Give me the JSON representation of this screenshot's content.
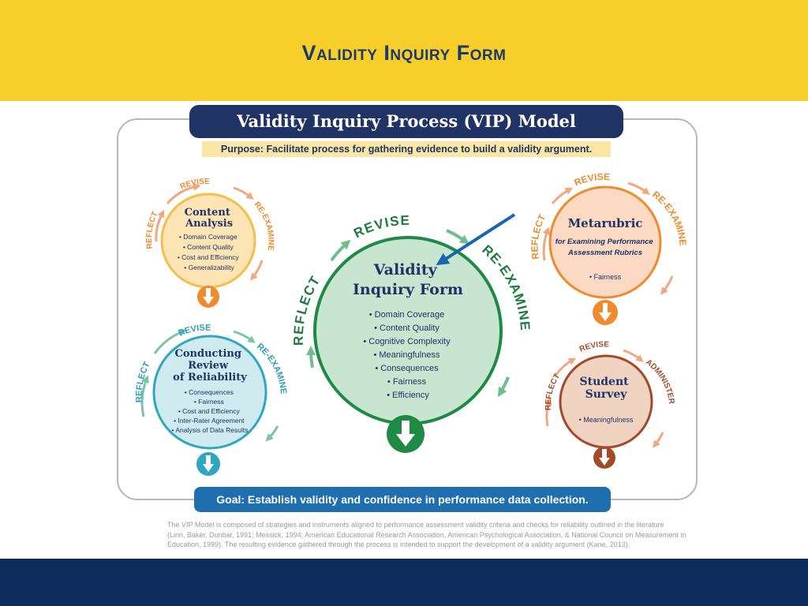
{
  "page_title": "Validity Inquiry Form",
  "model_title": "Validity Inquiry Process (VIP) Model",
  "purpose": "Purpose: Facilitate process for gathering evidence to build a validity argument.",
  "goal": "Goal: Establish validity and confidence in performance data collection.",
  "footnote_lines": [
    "The VIP Model is composed of strategies and instruments aligned to performance assessment validity criteria and checks for reliability outlined in the literature",
    "(Linn, Baker, Dunbar, 1991; Messick, 1994; American Educational Research Association, American Psychological Association, & National Council on Measurement in",
    "Education, 1999). The resulting evidence gathered through the process is intended to support the development of a validity argument (Kane, 2013)."
  ],
  "circles": {
    "content_analysis": {
      "title_lines": [
        "Content",
        "Analysis"
      ],
      "arc_labels": {
        "top": "REVISE",
        "left": "REFLECT",
        "right": "RE-EXAMINE"
      },
      "items": [
        "• Domain Coverage",
        "• Content Quality",
        "• Cost and Efficiency",
        "• Generalizability"
      ]
    },
    "reliability": {
      "title_lines": [
        "Conducting",
        "Review",
        "of Reliability"
      ],
      "arc_labels": {
        "top": "REVISE",
        "left": "REFLECT",
        "right": "RE-EXAMINE"
      },
      "items": [
        "• Consequences",
        "• Fairness",
        "• Cost and Efficiency",
        "• Inter-Rater Agreement",
        "• Analysis of Data Results"
      ]
    },
    "validity_form": {
      "title_lines": [
        "Validity",
        "Inquiry Form"
      ],
      "arc_labels": {
        "top": "REVISE",
        "left": "REFLECT",
        "right": "RE-EXAMINE"
      },
      "items": [
        "• Domain Coverage",
        "• Content Quality",
        "• Cognitive Complexity",
        "• Meaningfulness",
        "• Consequences",
        "• Fairness",
        "• Efficiency"
      ]
    },
    "metarubric": {
      "title_lines": [
        "Metarubric"
      ],
      "subtitle_lines": [
        "for Examining Performance",
        "Assessment Rubrics"
      ],
      "arc_labels": {
        "top": "REVISE",
        "left": "REFLECT",
        "right": "RE-EXAMINE"
      },
      "items": [
        "• Fairness"
      ]
    },
    "student_survey": {
      "title_lines": [
        "Student",
        "Survey"
      ],
      "arc_labels": {
        "top": "REVISE",
        "left": "REFLECT",
        "right": "ADMINISTER"
      },
      "items": [
        "• Meaningfulness"
      ]
    }
  },
  "colors": {
    "top_band": "#F7CE2A",
    "bottom_band": "#0F2D5C",
    "navy": "#1F3465",
    "goal_blue": "#1F6FB0",
    "content_analysis": "#F5BE4C",
    "reliability": "#2FA7C0",
    "validity_form": "#1F8A45",
    "metarubric": "#F08A2E",
    "student_survey": "#A24A2A",
    "pointer_arrow": "#1A64B0"
  },
  "icons": {
    "arrow_badge": "down-arrow-icon",
    "cycle_arrow": "curved-arrow-icon",
    "pointer": "pointer-arrow-icon"
  }
}
